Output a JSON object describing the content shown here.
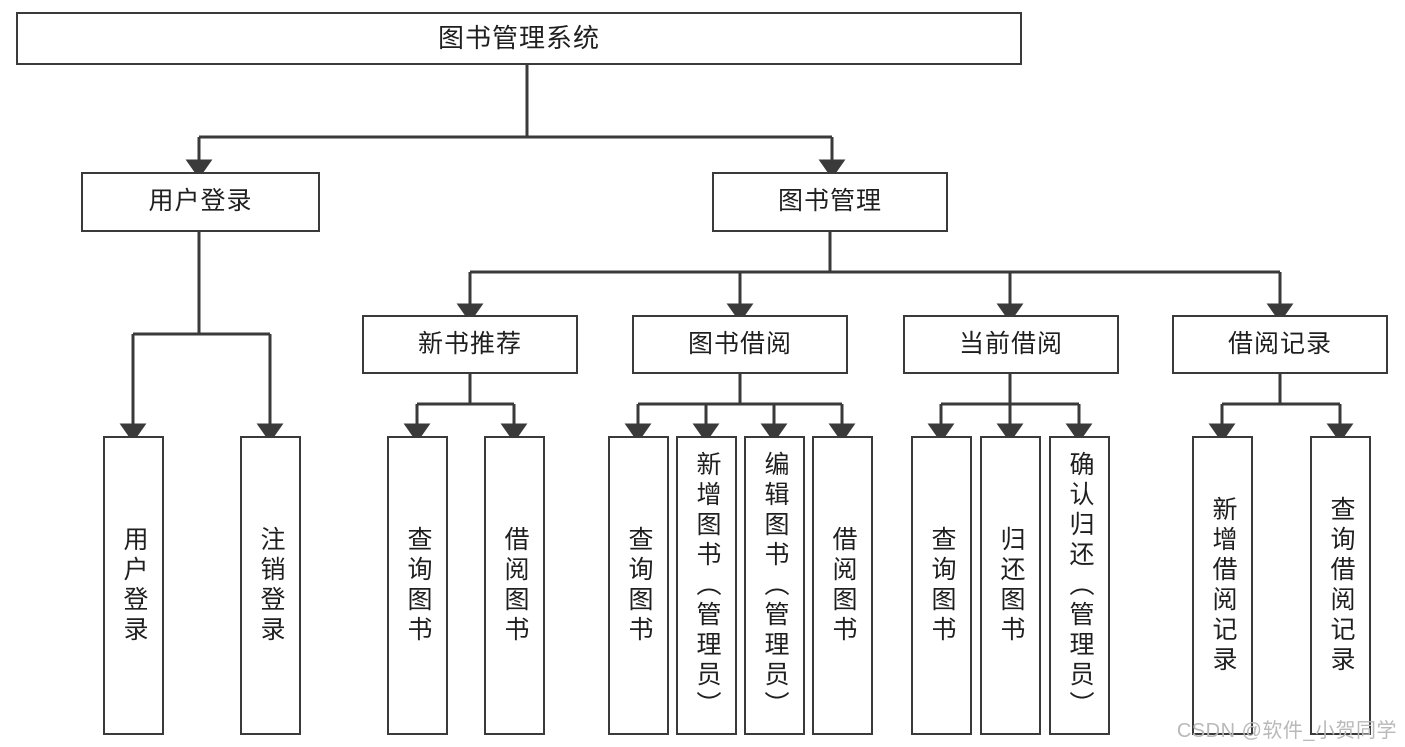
{
  "diagram": {
    "type": "tree",
    "title": "图书管理系统",
    "root": {
      "id": "root",
      "label": "图书管理系统"
    },
    "level1": [
      {
        "id": "user-login",
        "label": "用户登录"
      },
      {
        "id": "book-manage",
        "label": "图书管理"
      }
    ],
    "level2": [
      {
        "id": "new-book-recommend",
        "label": "新书推荐",
        "parent": "book-manage"
      },
      {
        "id": "book-borrow",
        "label": "图书借阅",
        "parent": "book-manage"
      },
      {
        "id": "current-borrow",
        "label": "当前借阅",
        "parent": "book-manage"
      },
      {
        "id": "borrow-record",
        "label": "借阅记录",
        "parent": "book-manage"
      }
    ],
    "leaves": {
      "user_login": [
        {
          "id": "leaf-user-login",
          "label": "用户登录"
        },
        {
          "id": "leaf-logout",
          "label": "注销登录"
        }
      ],
      "new_book_recommend": [
        {
          "id": "leaf-query-book-1",
          "label": "查询图书"
        },
        {
          "id": "leaf-borrow-book-1",
          "label": "借阅图书"
        }
      ],
      "book_borrow": [
        {
          "id": "leaf-query-book-2",
          "label": "查询图书"
        },
        {
          "id": "leaf-add-book",
          "label": "新增图书（管理员）"
        },
        {
          "id": "leaf-edit-book",
          "label": "编辑图书（管理员）"
        },
        {
          "id": "leaf-borrow-book-2",
          "label": "借阅图书"
        }
      ],
      "current_borrow": [
        {
          "id": "leaf-query-book-3",
          "label": "查询图书"
        },
        {
          "id": "leaf-return-book",
          "label": "归还图书"
        },
        {
          "id": "leaf-confirm-return",
          "label": "确认归还（管理员）"
        }
      ],
      "borrow_record": [
        {
          "id": "leaf-add-record",
          "label": "新增借阅记录"
        },
        {
          "id": "leaf-query-record",
          "label": "查询借阅记录"
        }
      ]
    },
    "colors": {
      "box_border": "#3a3a3a",
      "box_fill": "#ffffff",
      "connector": "#3a3a3a",
      "text": "#1f1f1f",
      "watermark": "#b9b9b9"
    }
  },
  "watermark": {
    "text": "CSDN @软件_小贺同学"
  }
}
